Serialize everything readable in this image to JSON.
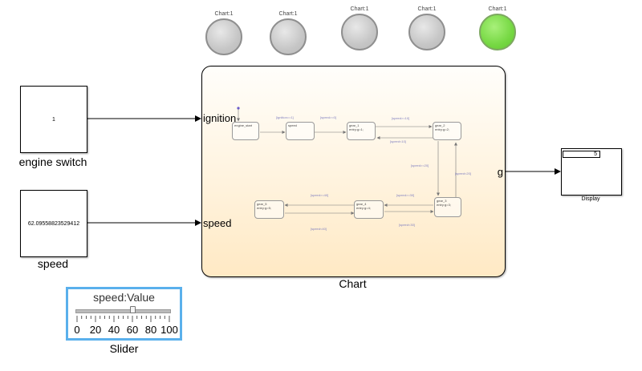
{
  "lamps": [
    {
      "title": "Chart:1",
      "state": "off",
      "color": "#c8c8c8"
    },
    {
      "title": "Chart:1",
      "state": "off",
      "color": "#c8c8c8"
    },
    {
      "title": "Chart:1",
      "state": "off",
      "color": "#c8c8c8"
    },
    {
      "title": "Chart:1",
      "state": "off",
      "color": "#c8c8c8"
    },
    {
      "title": "Chart:1",
      "state": "on",
      "color": "#76d843"
    }
  ],
  "engine_switch": {
    "value": "1",
    "label": "engine switch"
  },
  "speed_block": {
    "value": "62.09558823529412",
    "label": "speed"
  },
  "chart": {
    "label": "Chart",
    "inputs": {
      "ignition": "ignition",
      "speed": "speed"
    },
    "output": "g",
    "states": {
      "engine_start": "engine_start",
      "speed": "speed",
      "gear1": {
        "name": "gear_1",
        "entry": "entry:g=1;"
      },
      "gear2": {
        "name": "gear_2",
        "entry": "entry:g=2;"
      },
      "gear3": {
        "name": "gear_3",
        "entry": "entry:g=3;"
      },
      "gear4": {
        "name": "gear_4",
        "entry": "entry:g=4;"
      },
      "gear5": {
        "name": "gear_5",
        "entry": "entry:g=5;"
      }
    },
    "transitions": {
      "t1": "[ignition==1]",
      "t2": "[speed>=0]",
      "t3": "[speed>=10]",
      "t4": "[speed<10]",
      "t5": "[speed>=20]",
      "t6": "[speed<20]",
      "t7": "[speed>=30]",
      "t8": "[speed>=40]",
      "t9": "[speed<40]",
      "t10": "[speed<30]"
    }
  },
  "display": {
    "value": "5",
    "label": "Display"
  },
  "slider": {
    "title": "speed:Value",
    "label": "Slider",
    "value": 60,
    "min": 0,
    "max": 100,
    "ticks": [
      "0",
      "20",
      "40",
      "60",
      "80",
      "100"
    ],
    "accent": "#5ab0ec"
  }
}
